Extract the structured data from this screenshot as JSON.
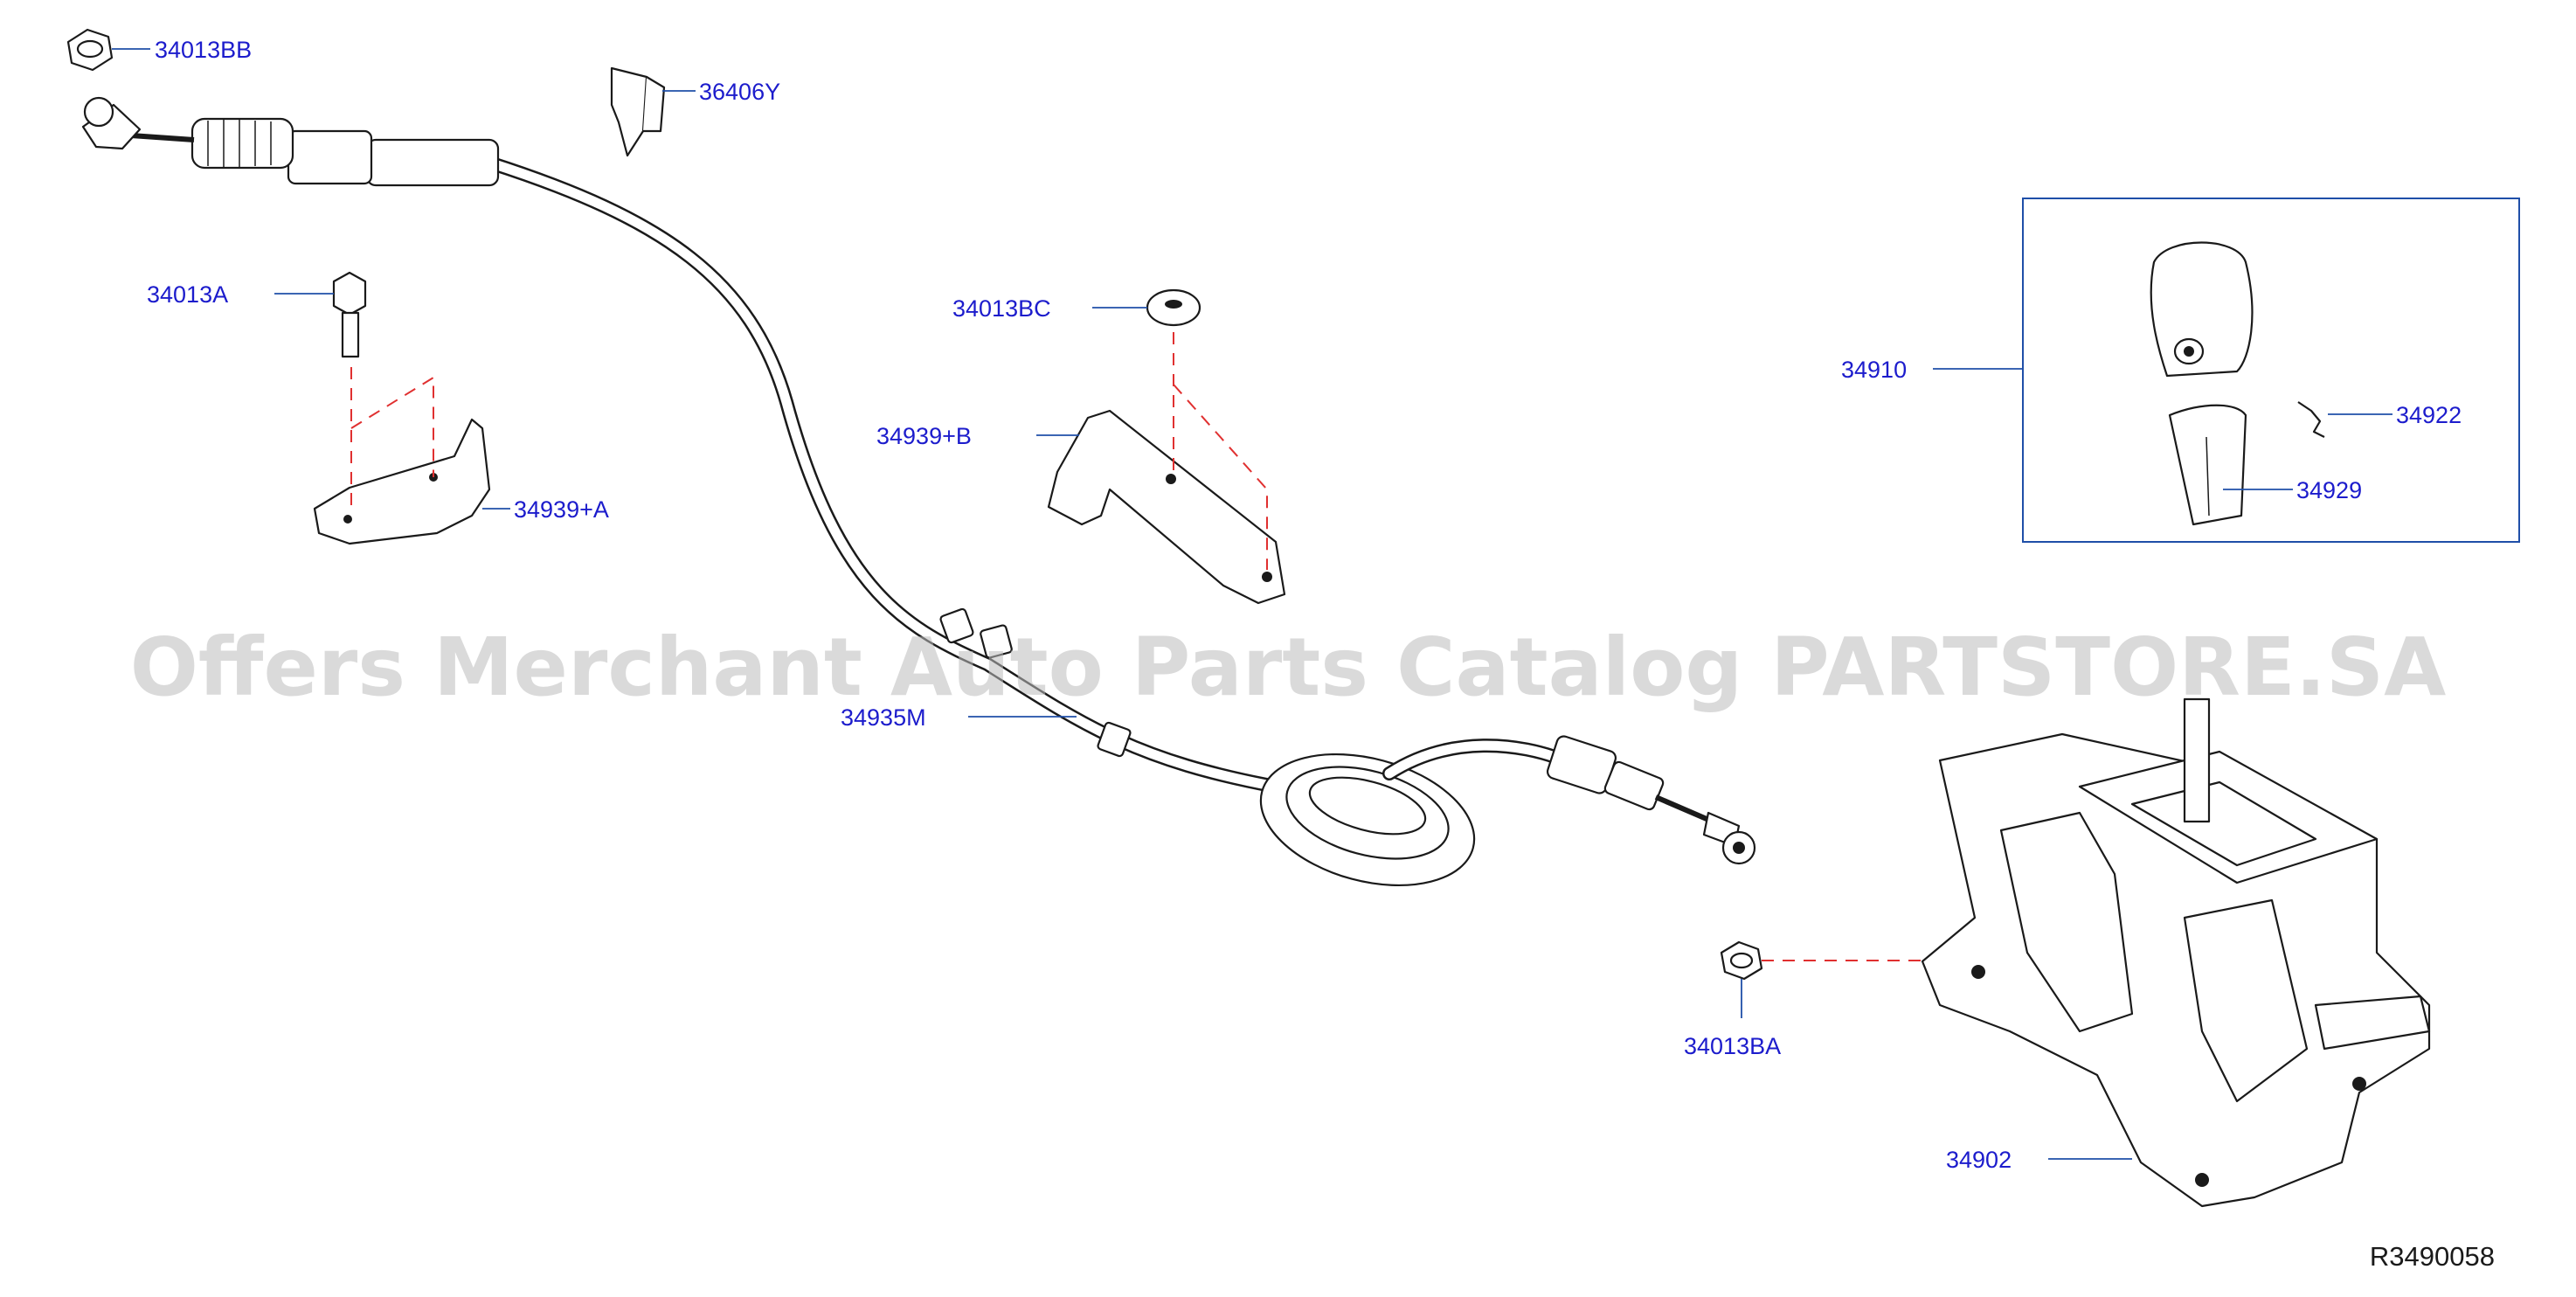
{
  "watermark": "Offers Merchant Auto Parts Catalog PARTSTORE.SA",
  "diagram_code": "R3490058",
  "callouts": {
    "p34013BB": "34013BB",
    "p36406Y": "36406Y",
    "p34013A": "34013A",
    "p34939A": "34939+A",
    "p34013BC": "34013BC",
    "p34939B": "34939+B",
    "p34935M": "34935M",
    "p34910": "34910",
    "p34922": "34922",
    "p34929": "34929",
    "p34013BA": "34013BA",
    "p34902": "34902"
  },
  "colors": {
    "callout_text": "#1c1ccc",
    "leader_line": "#1f4fa8",
    "assembly_dash": "#e03030",
    "watermark": "#bdbdbd"
  }
}
